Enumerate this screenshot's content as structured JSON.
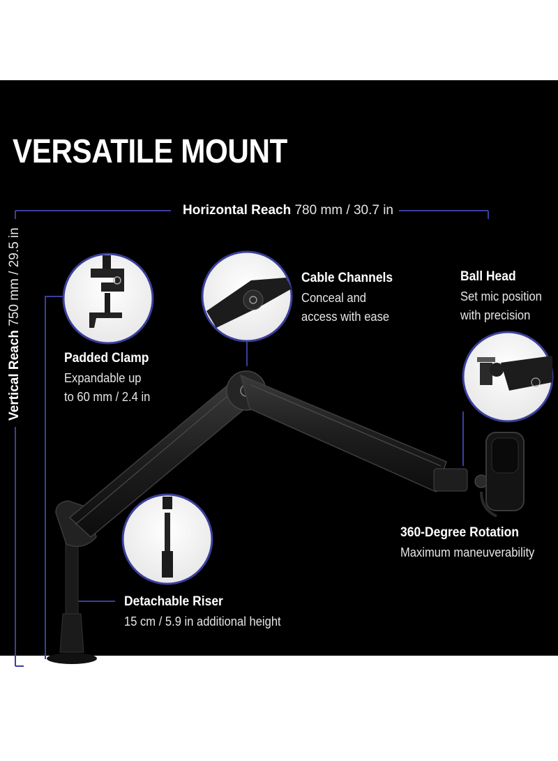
{
  "title": "VERSATILE MOUNT",
  "horizontal_reach": {
    "label": "Horizontal Reach",
    "value": "780 mm / 30.7 in"
  },
  "vertical_reach": {
    "label": "Vertical Reach",
    "value": "750 mm / 29.5 in"
  },
  "features": [
    {
      "heading": "Cable Channels",
      "lines": [
        "Conceal and",
        "access with ease"
      ]
    },
    {
      "heading": "Ball Head",
      "lines": [
        "Set mic position",
        "with precision"
      ]
    },
    {
      "heading": "Padded Clamp",
      "lines": [
        "Expandable up",
        "to 60 mm / 2.4 in"
      ]
    },
    {
      "heading": "360-Degree Rotation",
      "lines": [
        "Maximum maneuverability"
      ]
    },
    {
      "heading": "Detachable Riser",
      "lines": [
        "15 cm / 5.9 in additional height"
      ]
    }
  ],
  "colors": {
    "background": "#000000",
    "dimension_line": "#3b3f9c",
    "text": "#ffffff",
    "desk": "#ffffff"
  }
}
